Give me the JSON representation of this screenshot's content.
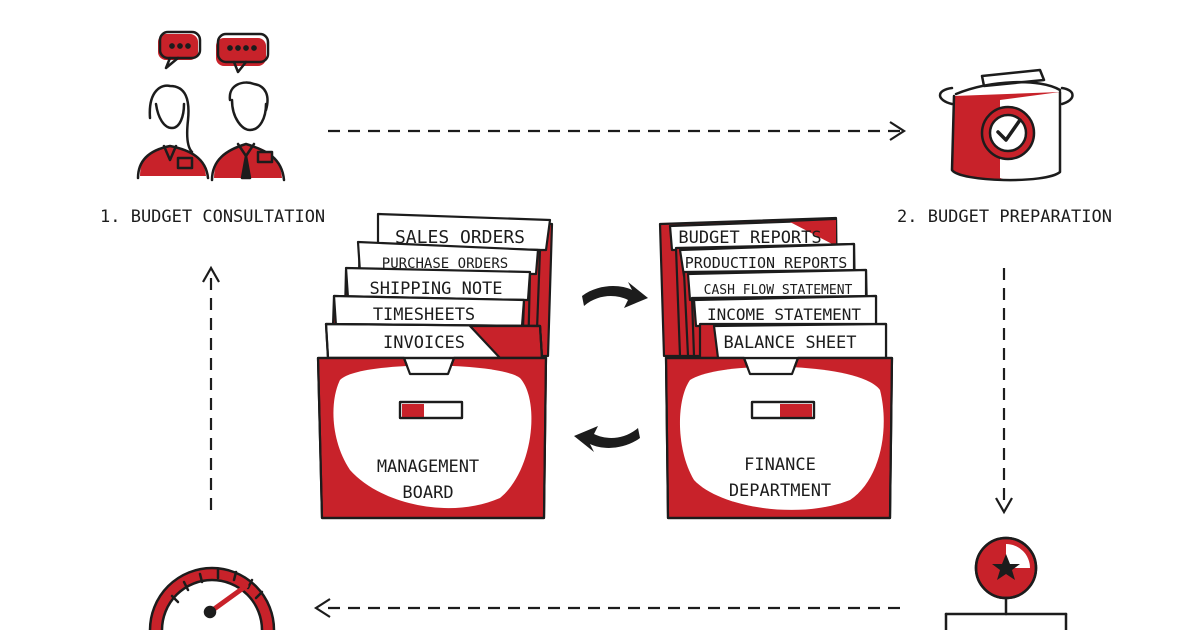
{
  "colors": {
    "accent": "#c8222a",
    "ink": "#1c1c1c",
    "paper": "#ffffff"
  },
  "steps": {
    "consultation": {
      "label": "1. BUDGET CONSULTATION",
      "icon": "consultation-people-icon"
    },
    "preparation": {
      "label": "2. BUDGET PREPARATION",
      "icon": "cooking-pot-clock-icon"
    },
    "approval": {
      "icon": "org-chart-star-icon"
    },
    "monitoring": {
      "icon": "speedometer-gauge-icon"
    }
  },
  "left_file": {
    "label_line1": "MANAGEMENT",
    "label_line2": "BOARD",
    "documents": [
      "SALES ORDERS",
      "PURCHASE ORDERS",
      "SHIPPING NOTE",
      "TIMESHEETS",
      "INVOICES"
    ]
  },
  "right_file": {
    "label_line1": "FINANCE",
    "label_line2": "DEPARTMENT",
    "documents": [
      "BUDGET REPORTS",
      "PRODUCTION REPORTS",
      "CASH FLOW STATEMENT",
      "INCOME STATEMENT",
      "BALANCE SHEET"
    ]
  }
}
